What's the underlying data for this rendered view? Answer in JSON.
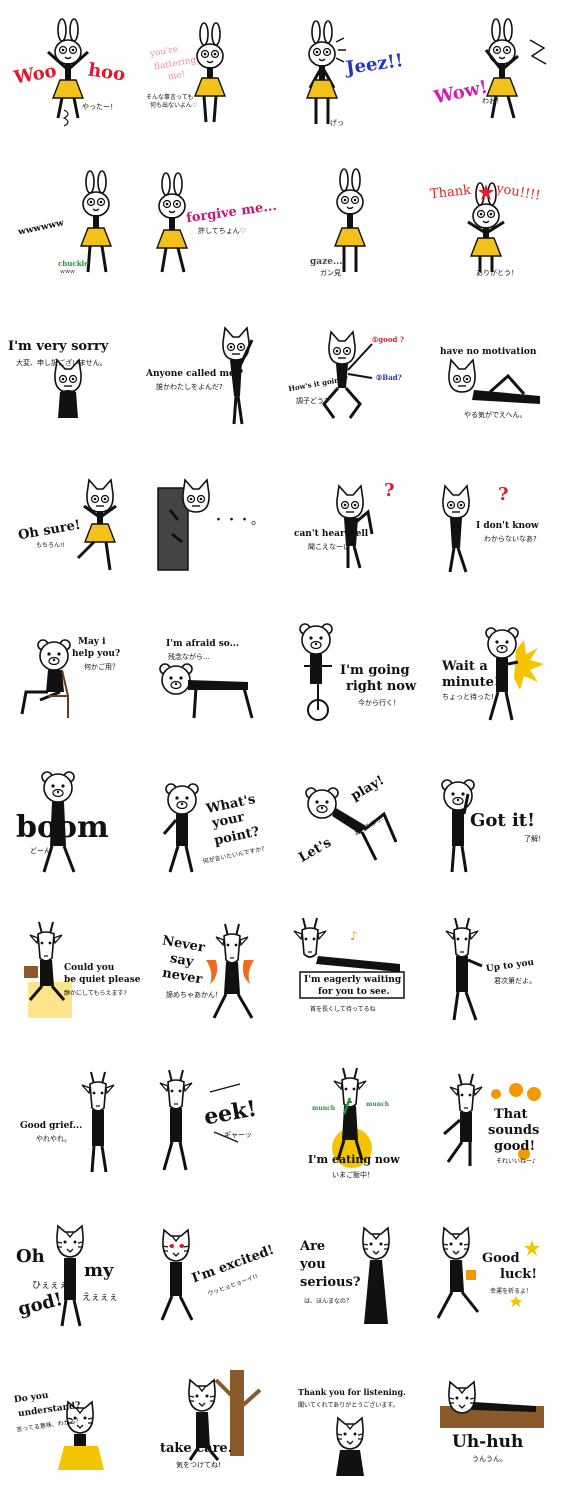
{
  "colors": {
    "ink": "#111111",
    "skirt_yellow": "#f2c21b",
    "woo_red": "#e0182d",
    "jeez_blue": "#2233cc",
    "wow_magenta": "#d21fb3",
    "forgive_magenta": "#c8127a",
    "thank_red": "#d8262a",
    "question_red": "#e0182d",
    "sun_yellow": "#f5c400",
    "dot_orange": "#f39800",
    "fire_orange": "#f26b1d",
    "chuckle_green": "#1a9a3a",
    "box_yellow": "#fbe58a",
    "tree_brown": "#8a5a2b",
    "dark_gray": "#444444"
  },
  "stickers": [
    {
      "id": 1,
      "texts": [
        "Woo",
        "hoo",
        "やったー！"
      ]
    },
    {
      "id": 2,
      "texts": [
        "you're",
        "flattering",
        "me!",
        "そんな事言っても",
        "何も出ないよん♡"
      ]
    },
    {
      "id": 3,
      "texts": [
        "Jeez!!",
        "げっ"
      ]
    },
    {
      "id": 4,
      "texts": [
        "Wow!",
        "わお！"
      ]
    },
    {
      "id": 5,
      "texts": [
        "wwwwww",
        "chuckle",
        "ｗｗｗ"
      ]
    },
    {
      "id": 6,
      "texts": [
        "forgive me...",
        "許してちょん♡"
      ]
    },
    {
      "id": 7,
      "texts": [
        "gaze...",
        "ガン見"
      ]
    },
    {
      "id": 8,
      "texts": [
        "Thank",
        "you!!!!",
        "ありがとう！"
      ]
    },
    {
      "id": 9,
      "texts": [
        "I'm very sorry",
        "大変、申し訳ございません。"
      ]
    },
    {
      "id": 10,
      "texts": [
        "Anyone called me ?",
        "誰かわたしをよんだ?"
      ]
    },
    {
      "id": 11,
      "texts": [
        "①good ?",
        "How's it going?",
        "②Bad?",
        "調子どう?"
      ]
    },
    {
      "id": 12,
      "texts": [
        "have no motivation",
        "やる気がでえへん。"
      ]
    },
    {
      "id": 13,
      "texts": [
        "Oh sure!",
        "もちろん!!"
      ]
    },
    {
      "id": 14,
      "texts": [
        "・・・。"
      ]
    },
    {
      "id": 15,
      "texts": [
        "?",
        "can't hear well",
        "聞こえなーい"
      ]
    },
    {
      "id": 16,
      "texts": [
        "?",
        "I don't know",
        "わからないなあ?"
      ]
    },
    {
      "id": 17,
      "texts": [
        "May i",
        "help you?",
        "何かご用？"
      ]
    },
    {
      "id": 18,
      "texts": [
        "I'm afraid so...",
        "残念ながら..."
      ]
    },
    {
      "id": 19,
      "texts": [
        "I'm going",
        "right now",
        "今から行く！"
      ]
    },
    {
      "id": 20,
      "texts": [
        "Wait a",
        "minute!",
        "ちょっと待った!"
      ]
    },
    {
      "id": 21,
      "texts": [
        "boom",
        "どーん"
      ]
    },
    {
      "id": 22,
      "texts": [
        "What's",
        "your",
        "point?",
        "何が言いたいんですか?"
      ]
    },
    {
      "id": 23,
      "texts": [
        "Let's",
        "play!",
        "あーそぼっ！"
      ]
    },
    {
      "id": 24,
      "texts": [
        "Got it!",
        "了解！"
      ]
    },
    {
      "id": 25,
      "texts": [
        "Could you",
        "be quiet please?",
        "静かにしてもらえます?"
      ]
    },
    {
      "id": 26,
      "texts": [
        "Never",
        "say",
        "never",
        "諦めちゃあかん！"
      ]
    },
    {
      "id": 27,
      "texts": [
        "I'm eagerly waiting",
        "for you to see.",
        "首を長くして待ってるね"
      ]
    },
    {
      "id": 28,
      "texts": [
        "Up to you",
        "君次第だよ。"
      ]
    },
    {
      "id": 29,
      "texts": [
        "Good grief...",
        "やれやれ。"
      ]
    },
    {
      "id": 30,
      "texts": [
        "eek!",
        "ギャーッ"
      ]
    },
    {
      "id": 31,
      "texts": [
        "munch",
        "munch",
        "I'm eating now",
        "いまご飯中！"
      ]
    },
    {
      "id": 32,
      "texts": [
        "That",
        "sounds",
        "good!",
        "それいいねー♪"
      ]
    },
    {
      "id": 33,
      "texts": [
        "Oh",
        "my",
        "god!",
        "ひぇぇぇ",
        "えぇぇぇ"
      ]
    },
    {
      "id": 34,
      "texts": [
        "I'm excited!",
        "ウッヒョヒョーイ!!"
      ]
    },
    {
      "id": 35,
      "texts": [
        "Are",
        "you",
        "serious?",
        "は、ほんまなの？"
      ]
    },
    {
      "id": 36,
      "texts": [
        "Good",
        "luck!",
        "幸運を祈るよ！"
      ]
    },
    {
      "id": 37,
      "texts": [
        "Do you",
        "understand?",
        "言ってる意味、わかる？"
      ]
    },
    {
      "id": 38,
      "texts": [
        "take care.",
        "気をつけてね!"
      ]
    },
    {
      "id": 39,
      "texts": [
        "Thank you for listening.",
        "聞いてくれてありがとうございます。"
      ]
    },
    {
      "id": 40,
      "texts": [
        "Uh-huh",
        "うんうん。"
      ]
    }
  ]
}
